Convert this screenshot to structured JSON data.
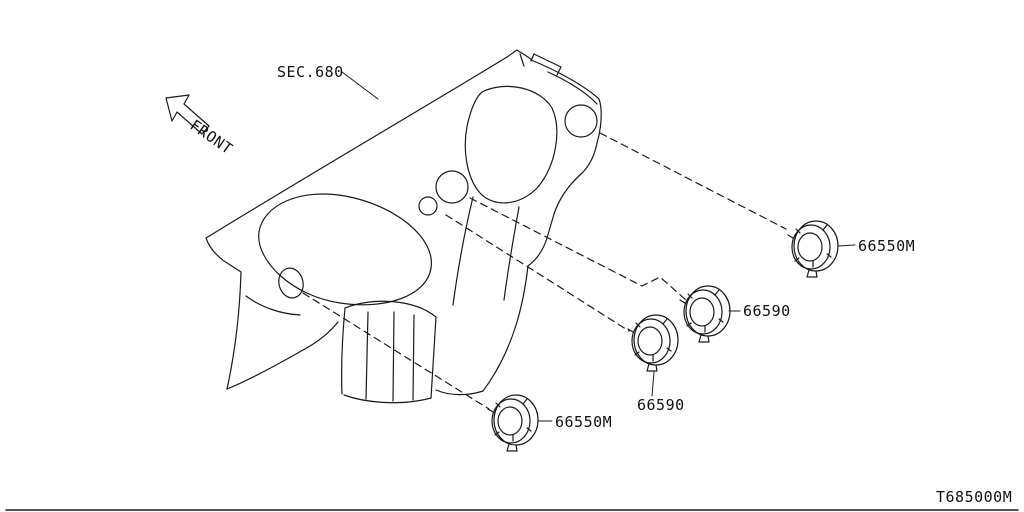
{
  "diagram": {
    "section_label": "SEC.680",
    "front_label": "FRONT",
    "diagram_code": "T685000M",
    "parts": [
      {
        "number": "66550M",
        "location": "upper-right"
      },
      {
        "number": "66590",
        "location": "middle-right"
      },
      {
        "number": "66590",
        "location": "middle-lower"
      },
      {
        "number": "66550M",
        "location": "lower-left"
      }
    ],
    "colors": {
      "line": "#1a1a1a",
      "background": "#ffffff"
    }
  }
}
